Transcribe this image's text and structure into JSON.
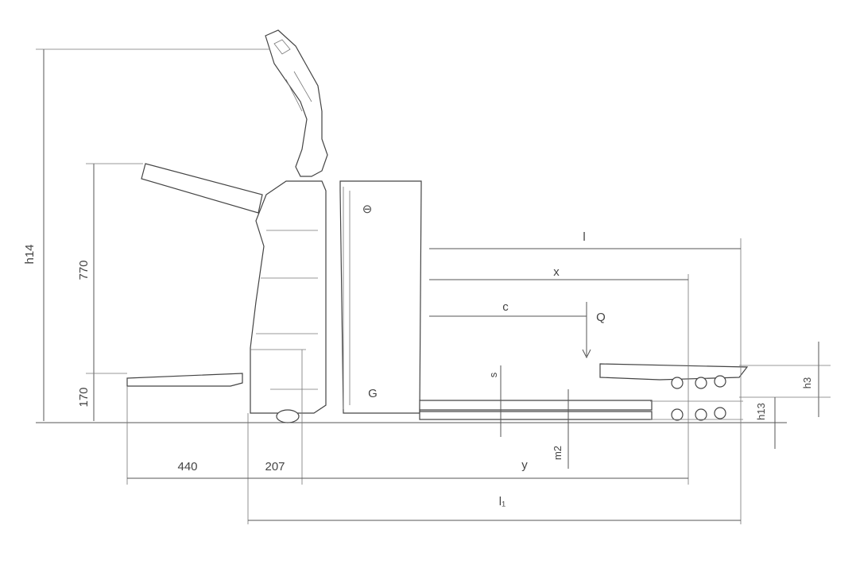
{
  "drawing": {
    "dimensions": {
      "h14": "h14",
      "h770": "770",
      "h170": "170",
      "d440": "440",
      "d207": "207",
      "l": "l",
      "x": "x",
      "c": "c",
      "q": "Q",
      "s": "s",
      "m2": "m2",
      "y": "y",
      "l1": "l₁",
      "h3": "h3",
      "h13": "h13"
    },
    "symbols": {
      "top_mark": "⊖",
      "bottom_mark": "G"
    }
  }
}
